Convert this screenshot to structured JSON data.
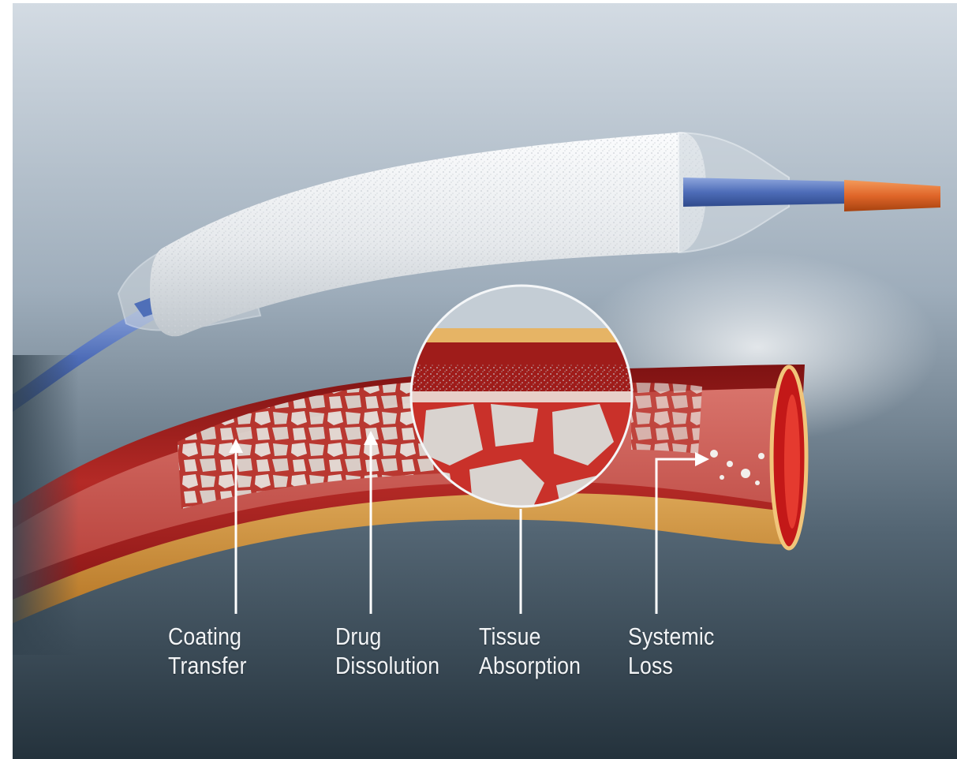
{
  "labels": [
    {
      "id": "coating-transfer",
      "line1": "Coating",
      "line2": "Transfer"
    },
    {
      "id": "drug-dissolution",
      "line1": "Drug",
      "line2": "Dissolution"
    },
    {
      "id": "tissue-absorption",
      "line1": "Tissue",
      "line2": "Absorption"
    },
    {
      "id": "systemic-loss",
      "line1": "Systemic",
      "line2": "Loss"
    }
  ],
  "colors": {
    "background_top": "#c9d3dc",
    "background_bottom": "#2b3a45",
    "balloon": "#e9ecef",
    "catheter_shaft": "#4f6fb8",
    "catheter_tip": "#e0662a",
    "vessel_wall": "#a31f1f",
    "vessel_lumen": "#c95a55",
    "adventitia": "#d99a3c",
    "drug_coating": "#e3ddd8",
    "pointer": "#ffffff"
  }
}
